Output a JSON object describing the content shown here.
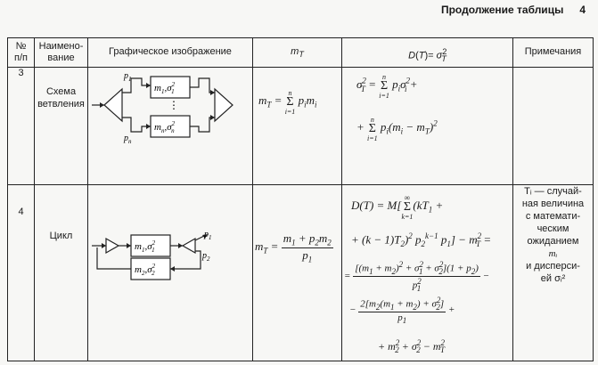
{
  "running_head": {
    "text": "Продолжение таблицы",
    "page": "4"
  },
  "headers": {
    "num": "№\nп/п",
    "name": "Наимено-\nвание",
    "graphic": "Графическое изображение",
    "mean": "m_T",
    "variance": "D(T) = σ_T²",
    "notes": "Примечания"
  },
  "rows": [
    {
      "num": "3",
      "name": "Схема\nветвления",
      "mean": "m_T = Σ_{i=1}^{n} p_i m_i",
      "variance": "σ_T² = Σ_{i=1}^{n} p_i σ_i² + Σ_{i=1}^{n} p_i (m_i − m_T)²",
      "notes": ""
    },
    {
      "num": "4",
      "name": "Цикл",
      "mean": "m_T = (m_1 + p_2 m_2) / p_1",
      "variance": "D(T) = M[Σ_{k=1}^{∞}(kT_1 + (k−1)T_2)² p_2^{k−1} p_1] − m_T² = [(m_1+m_2)² + σ_1² + σ_2²](1+p_2)/p_1² − 2[m_2(m_1+m_2)+σ_2²]/p_1 + m_2² + σ_2² − m_T²",
      "notes": "T_i — случайная величина с математическим ожиданием m_i и дисперсией σ_i²"
    }
  ],
  "labels": {
    "p1": "p1",
    "pn": "pn",
    "p2": "p2",
    "block_top": "m1,σ1²",
    "block_bottom": "mn,σn²",
    "dots": "⋮",
    "cycle_block1": "m1,σ1²",
    "cycle_block2": "m2,σ2²"
  },
  "formula_parts": {
    "r3_mean_lhs": "m",
    "r3_mean_sub": "T",
    "r3_var_lhs": "σ",
    "r4_mean_num": "m1 + p2m2",
    "r4_mean_den": "p1",
    "r4_line1": "D(T) = M[Σ(kT1 +",
    "r4_line1_lim_top": "∞",
    "r4_line1_lim_bot": "k=1",
    "r4_line2": "+ (k − 1)T2)² p2^(k−1) p1] − mT² =",
    "r4_frac1_num": "[(m1 + m2)² + σ1² + σ2²](1 + p2)",
    "r4_frac1_den": "p1²",
    "r4_frac2_num": "2[m2(m1 + m2) + σ2²]",
    "r4_frac2_den": "p1",
    "r4_line5": "+ m2² + σ2² − mT²"
  },
  "notes_lines": [
    "Tᵢ — случай-",
    "ная величина",
    "с математи-",
    "ческим",
    "ожиданием",
    "mᵢ",
    "и дисперси-",
    "ей  σᵢ²"
  ]
}
